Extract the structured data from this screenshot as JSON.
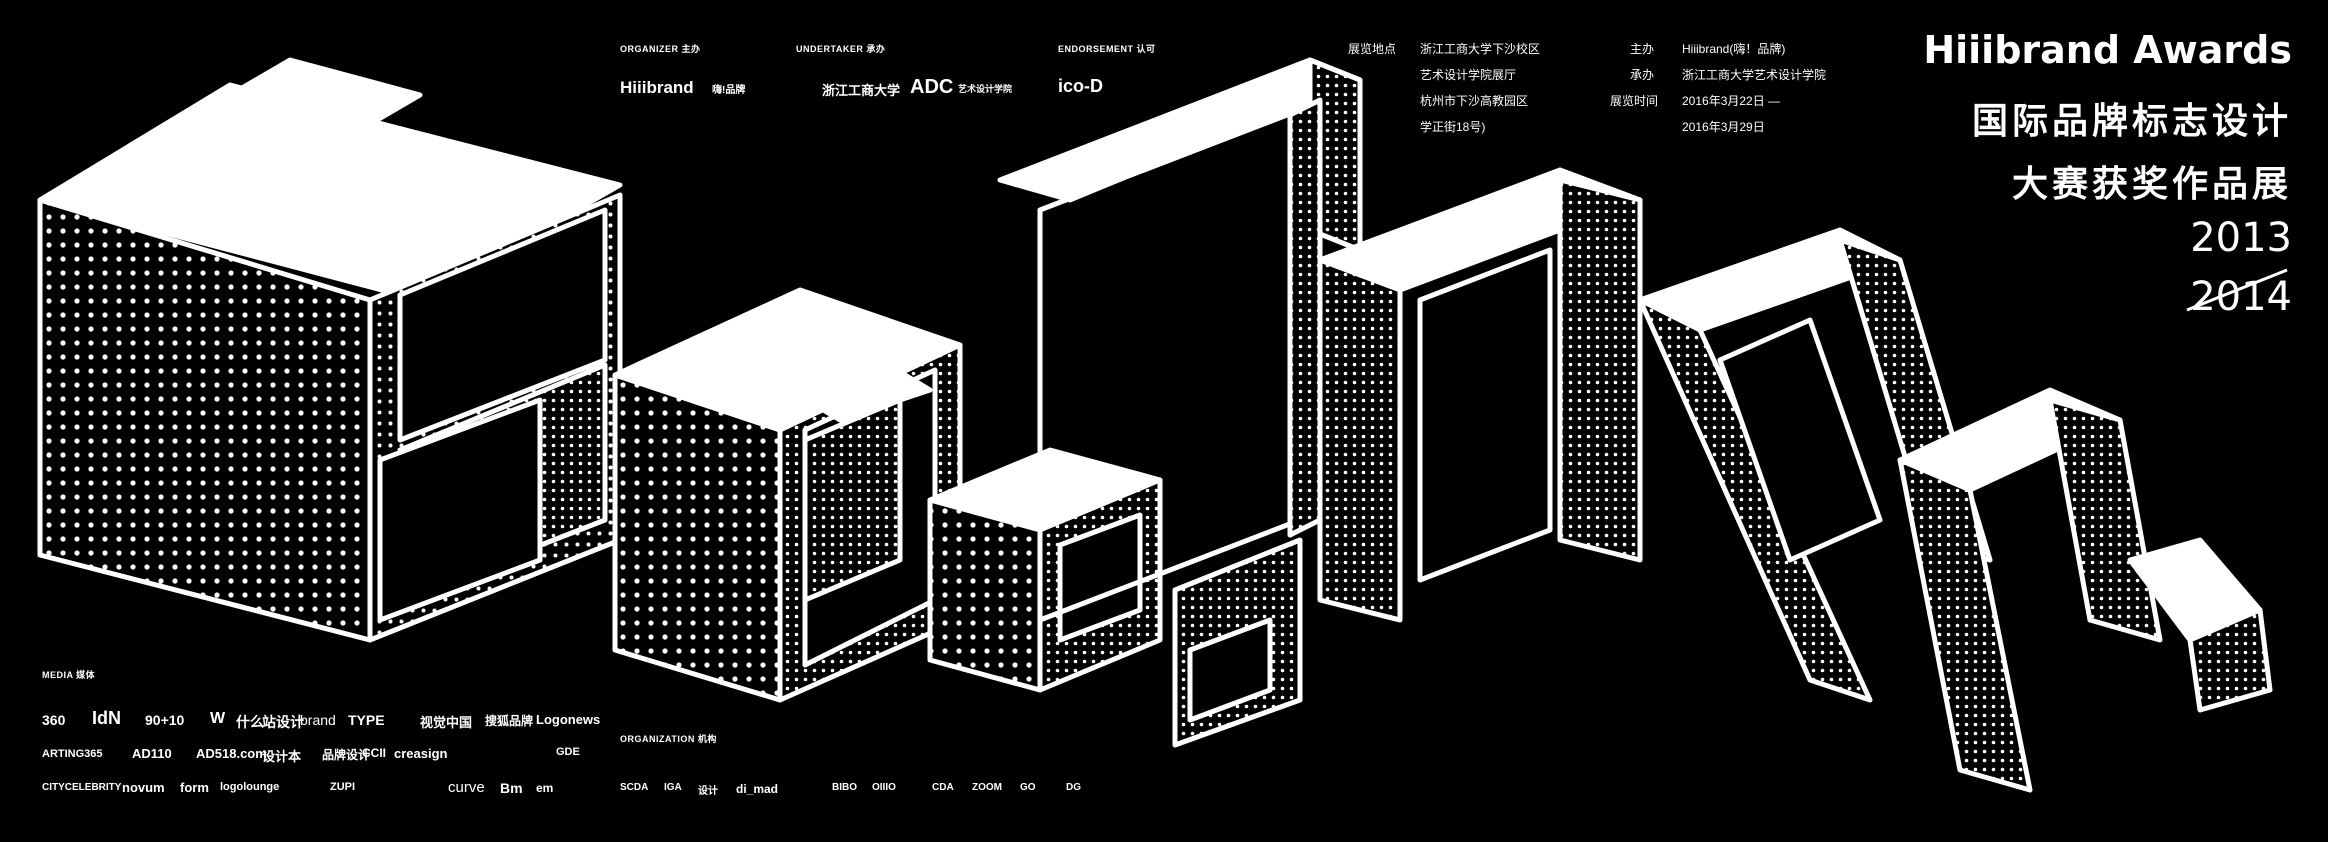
{
  "colors": {
    "background": "#000000",
    "foreground": "#ffffff"
  },
  "title": {
    "line1": "Hiiibrand Awards",
    "line2": "国际品牌标志设计",
    "line3": "大赛获奖作品展",
    "year1": "2013",
    "year2": "2014"
  },
  "credits": {
    "organizer_label": "ORGANIZER 主办",
    "organizer_logo": "Hiiibrand",
    "organizer_logo_cn": "嗨!品牌",
    "undertaker_label": "UNDERTAKER 承办",
    "undertaker_logo1": "浙江工商大学",
    "undertaker_logo2": "ADC",
    "undertaker_logo2_sub": "艺术设计学院",
    "endorsement_label": "ENDORSEMENT 认可",
    "endorsement_logo": "ico-D"
  },
  "info": {
    "venue_label": "展览地点",
    "venue_lines": [
      "浙江工商大学下沙校区",
      "艺术设计学院展厅",
      "杭州市下沙高教园区",
      "学正街18号)"
    ],
    "host_label": "主办",
    "host_value": "Hiiibrand(嗨！品牌)",
    "organizer_label": "承办",
    "organizer_value": "浙江工商大学艺术设计学院",
    "time_label": "展览时间",
    "time_lines": [
      "2016年3月22日 —",
      "2016年3月29日"
    ]
  },
  "media": {
    "label": "MEDIA 媒体",
    "row1": [
      "360",
      "IdN",
      "90+10",
      "W",
      "什么",
      "站设计",
      "brand",
      "TYPE",
      "视觉中国",
      "搜狐品牌",
      "Logonews"
    ],
    "row2": [
      "ARTING365",
      "AD110",
      "AD518.com",
      "设计本",
      "品牌设计",
      "CCII",
      "creasign",
      "GDE"
    ],
    "row3": [
      "CITYCELEBRITY",
      "novum",
      "form",
      "logolounge",
      "ZUPI",
      "curve",
      "Bm",
      "em"
    ]
  },
  "organization": {
    "label": "ORGANIZATION 机构",
    "logos": [
      "SCDA",
      "IGA",
      "设计",
      "di_mad",
      "BIBO",
      "OIIIO",
      "CDA",
      "ZOOM",
      "GO",
      "DG"
    ]
  }
}
